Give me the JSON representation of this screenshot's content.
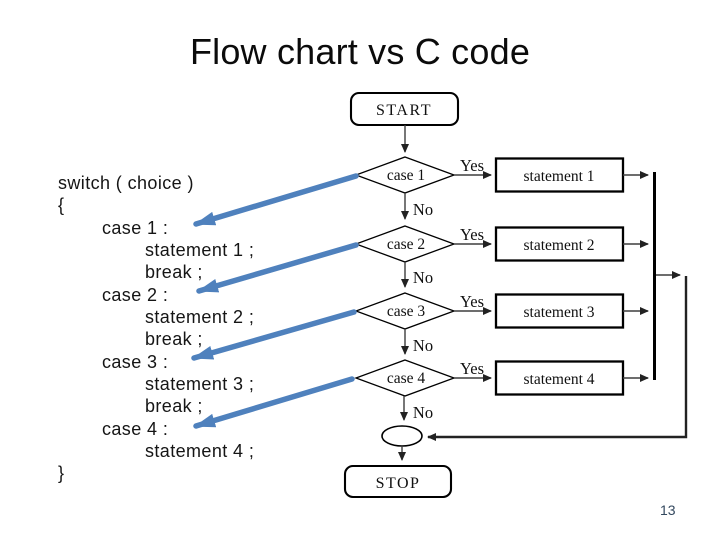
{
  "slide": {
    "title": "Flow chart vs C code",
    "page_number": "13"
  },
  "code": {
    "lines": [
      {
        "text": "switch ( choice )"
      },
      {
        "text": "{"
      },
      {
        "text": "case 1 :"
      },
      {
        "text": "statement 1 ;"
      },
      {
        "text": "break ;"
      },
      {
        "text": "case 2 :"
      },
      {
        "text": "statement 2 ;"
      },
      {
        "text": "break ;"
      },
      {
        "text": "case 3 :"
      },
      {
        "text": "statement 3 ;"
      },
      {
        "text": "break ;"
      },
      {
        "text": "case 4 :"
      },
      {
        "text": "statement 4 ;"
      },
      {
        "text": "}"
      }
    ]
  },
  "flowchart": {
    "start": "START",
    "stop": "STOP",
    "decisions": [
      {
        "label": "case 1",
        "yes": "Yes",
        "no": "No",
        "statement": "statement 1"
      },
      {
        "label": "case 2",
        "yes": "Yes",
        "no": "No",
        "statement": "statement 2"
      },
      {
        "label": "case 3",
        "yes": "Yes",
        "no": "No",
        "statement": "statement 3"
      },
      {
        "label": "case 4",
        "yes": "Yes",
        "no": "No",
        "statement": "statement 4"
      }
    ]
  },
  "colors": {
    "arrow_blue": "#4F81BD",
    "page_number": "#33485e",
    "flow_line": "#3d3d3d"
  }
}
